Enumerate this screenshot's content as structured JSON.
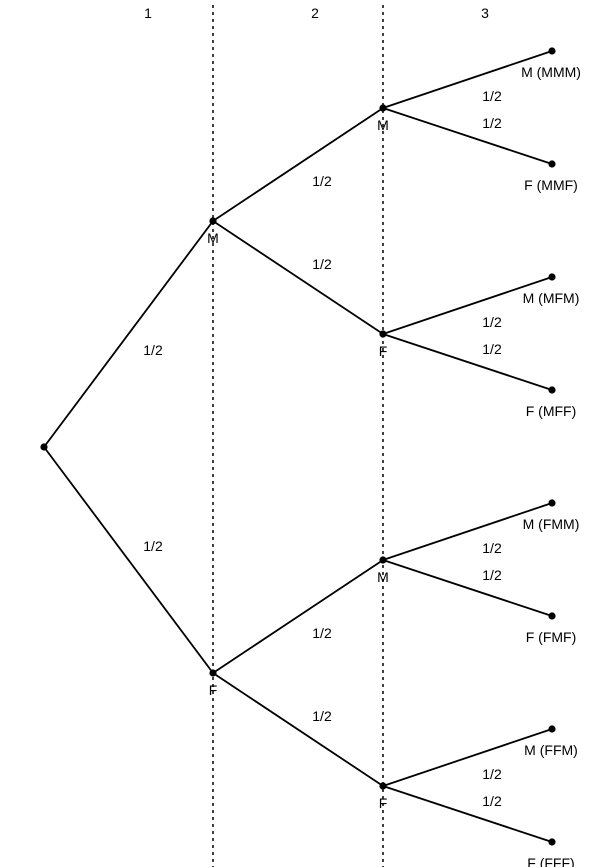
{
  "columns": [
    "1",
    "2",
    "3"
  ],
  "root": {
    "children": [
      {
        "label": "M",
        "edge_label": "1/2",
        "children": [
          {
            "label": "M",
            "edge_label": "1/2",
            "children": [
              {
                "label": "M (MMM)",
                "edge_label": "1/2"
              },
              {
                "label": "F (MMF)",
                "edge_label": "1/2"
              }
            ]
          },
          {
            "label": "F",
            "edge_label": "1/2",
            "children": [
              {
                "label": "M (MFM)",
                "edge_label": "1/2"
              },
              {
                "label": "F (MFF)",
                "edge_label": "1/2"
              }
            ]
          }
        ]
      },
      {
        "label": "F",
        "edge_label": "1/2",
        "children": [
          {
            "label": "M",
            "edge_label": "1/2",
            "children": [
              {
                "label": "M (FMM)",
                "edge_label": "1/2"
              },
              {
                "label": "F (FMF)",
                "edge_label": "1/2"
              }
            ]
          },
          {
            "label": "F",
            "edge_label": "1/2",
            "children": [
              {
                "label": "M (FFM)",
                "edge_label": "1/2"
              },
              {
                "label": "F (FFF)",
                "edge_label": "1/2"
              }
            ]
          }
        ]
      }
    ]
  }
}
